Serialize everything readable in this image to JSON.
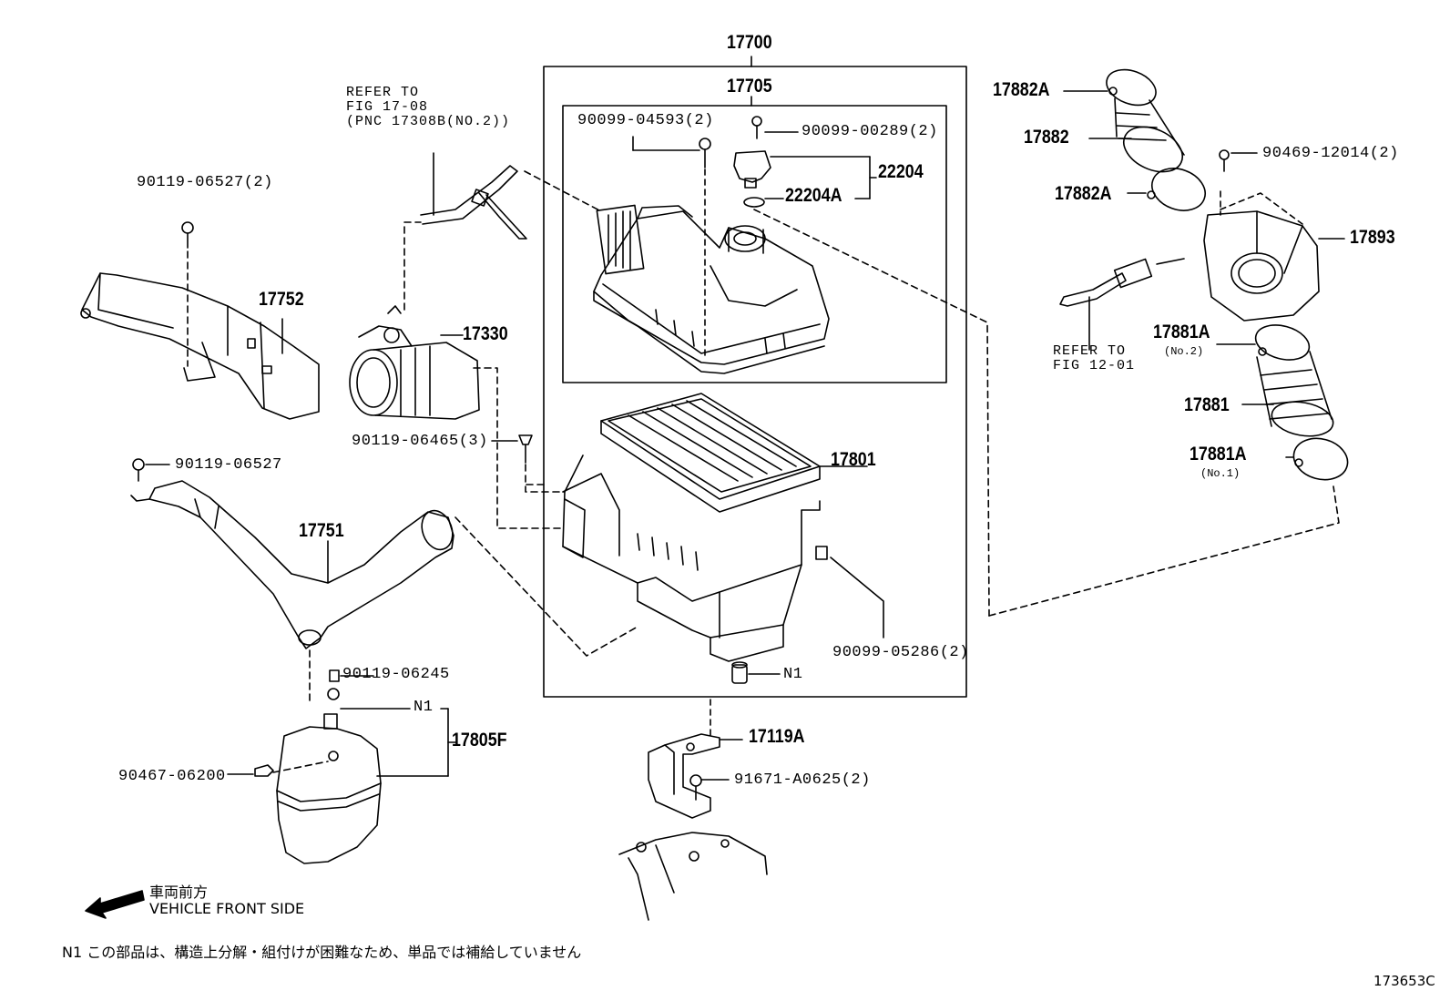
{
  "diagram_code": "173653C",
  "groups": {
    "assembly": "17700",
    "cap_subassembly": "17705"
  },
  "parts": {
    "p17752": "17752",
    "p17330": "17330",
    "p17751": "17751",
    "p17801": "17801",
    "p22204": "22204",
    "p22204A": "22204A",
    "p17882A_top": "17882A",
    "p17882": "17882",
    "p17882A_bottom": "17882A",
    "p17893": "17893",
    "p17881A_no2": "17881A",
    "p17881A_no2_sub": "(No.2)",
    "p17881": "17881",
    "p17881A_no1": "17881A",
    "p17881A_no1_sub": "(No.1)",
    "p17119A": "17119A",
    "p17805F": "17805F",
    "n1_box": "N1",
    "n1_tank": "N1"
  },
  "fasteners": {
    "f90119_06527_2": "90119-06527(2)",
    "f90119_06527": "90119-06527",
    "f90119_06465_3": "90119-06465(3)",
    "f90099_04593_2": "90099-04593(2)",
    "f90099_00289_2": "90099-00289(2)",
    "f90469_12014_2": "90469-12014(2)",
    "f90099_05286_2": "90099-05286(2)",
    "f90119_06245": "90119-06245",
    "f90467_06200": "90467-06200",
    "f91671_A0625_2": "91671-A0625(2)"
  },
  "references": {
    "ref_fig17": [
      "REFER TO",
      "FIG 17-08",
      "(PNC 17308B(NO.2))"
    ],
    "ref_fig12": [
      "REFER TO",
      "FIG 12-01"
    ]
  },
  "vehicle_front": {
    "jp": "車両前方",
    "en": "VEHICLE FRONT SIDE"
  },
  "footnote": "N1  この部品は、構造上分解・組付けが困難なため、単品では補給していません"
}
